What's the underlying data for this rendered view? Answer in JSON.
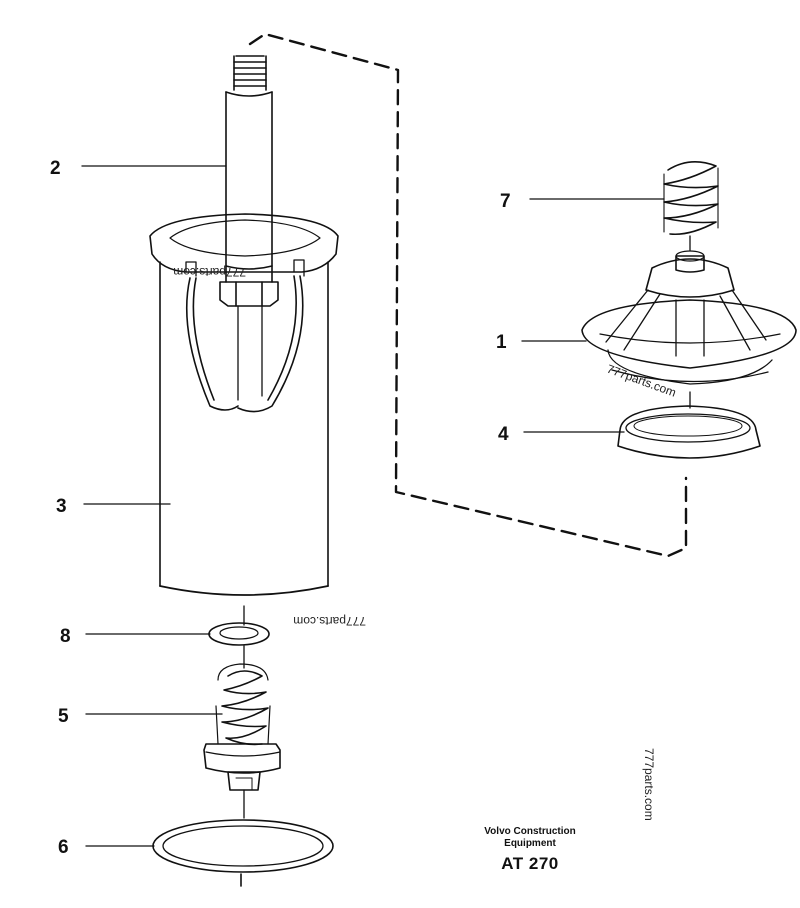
{
  "callouts": {
    "c1": "1",
    "c2": "2",
    "c3": "3",
    "c4": "4",
    "c5": "5",
    "c6": "6",
    "c7": "7",
    "c8": "8"
  },
  "watermarks": {
    "w1": "777parts.com",
    "w2": "777parts.com",
    "w3": "777parts.com",
    "w4": "777parts.com"
  },
  "footer": {
    "line1": "Volvo Construction",
    "line2": "Equipment",
    "code": "AT 270"
  }
}
